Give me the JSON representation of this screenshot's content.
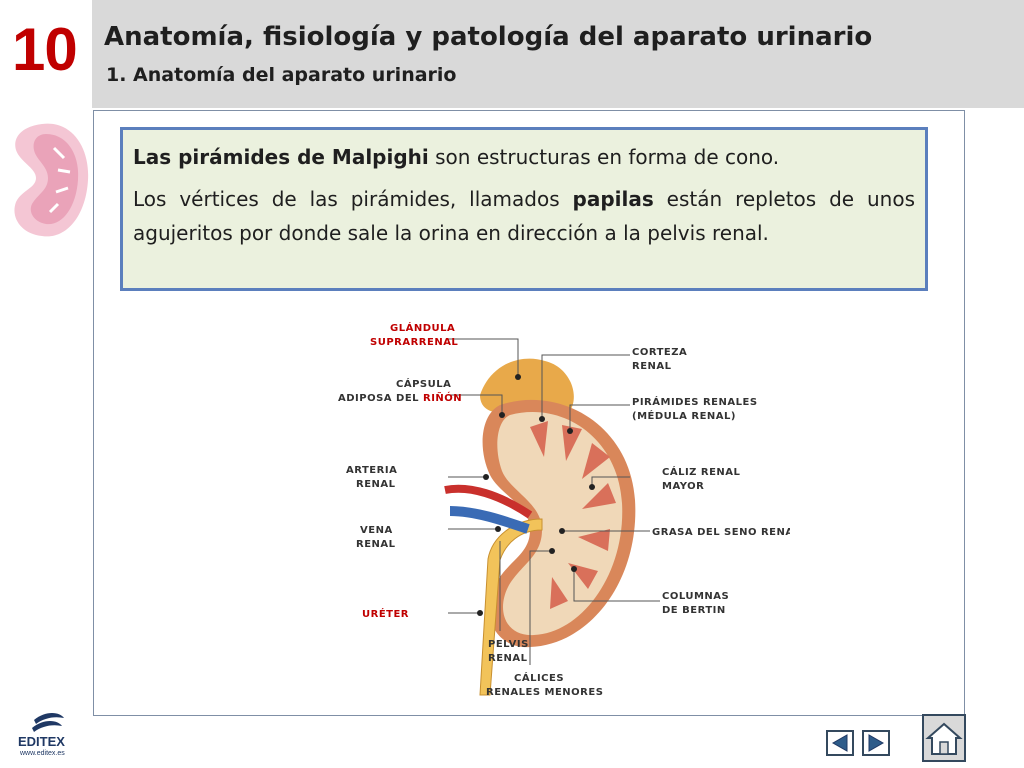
{
  "header": {
    "chapter_number": "10",
    "title": "Anatomía, fisiología y patología del aparato urinario",
    "subtitle": "1. Anatomía del aparato urinario"
  },
  "callout": {
    "p1_bold": "Las pirámides de Malpighi",
    "p1_rest": " son estructuras en forma de cono.",
    "p2_before": "Los vértices de las pirámides, llamados ",
    "p2_bold": "papilas",
    "p2_after": " están repletos de unos agujeritos por donde sale la orina en dirección a la pelvis renal."
  },
  "diagram_labels": {
    "glandula_1": "GLÁNDULA",
    "glandula_2": "SUPRARRENAL",
    "capsula_1": "CÁPSULA",
    "capsula_2a": "ADIPOSA DEL ",
    "capsula_2b": "RIÑÓN",
    "arteria_1": "ARTERIA",
    "arteria_2": "RENAL",
    "vena_1": "VENA",
    "vena_2": "RENAL",
    "ureter": "URÉTER",
    "corteza_1": "CORTEZA",
    "corteza_2": "RENAL",
    "piramides_1": "PIRÁMIDES RENALES",
    "piramides_2": "(MÉDULA RENAL)",
    "caliz_1": "CÁLIZ RENAL",
    "caliz_2": "MAYOR",
    "grasa": "GRASA DEL SENO RENAL",
    "columnas_1": "COLUMNAS",
    "columnas_2": "DE BERTIN",
    "pelvis_1": "PELVIS",
    "pelvis_2": "RENAL",
    "calices_1": "CÁLICES",
    "calices_2": "RENALES MENORES"
  },
  "footer": {
    "logo_text": "EDITEX",
    "logo_url": "www.editex.es"
  },
  "icons": {
    "prev": "prev-arrow-icon",
    "next": "next-arrow-icon",
    "home": "home-icon"
  },
  "colors": {
    "chapter_red": "#c00000",
    "callout_bg": "#ebf1de",
    "callout_border": "#5b7fbd",
    "header_bg": "#d9d9d9"
  }
}
